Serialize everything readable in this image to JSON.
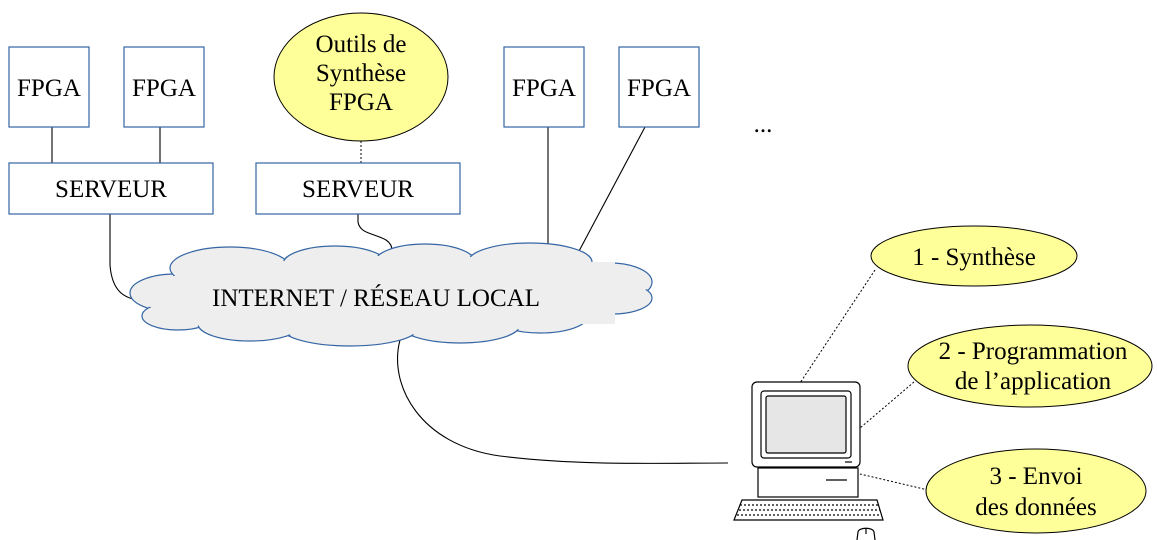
{
  "fpga_label": "FPGA",
  "server_label": "SERVEUR",
  "tools": {
    "lines": [
      "Outils de",
      "Synthèse",
      "FPGA"
    ]
  },
  "network_label": "INTERNET / RÉSEAU LOCAL",
  "ellipsis": "...",
  "steps": [
    {
      "lines": [
        "1 - Synthèse"
      ]
    },
    {
      "lines": [
        "2 - Programmation",
        "de l’application"
      ]
    },
    {
      "lines": [
        "3 - Envoi",
        "des données"
      ]
    }
  ],
  "colors": {
    "box_border": "#3465a4",
    "callout_fill": "#ffff99",
    "cloud_fill": "#eeeeee"
  }
}
